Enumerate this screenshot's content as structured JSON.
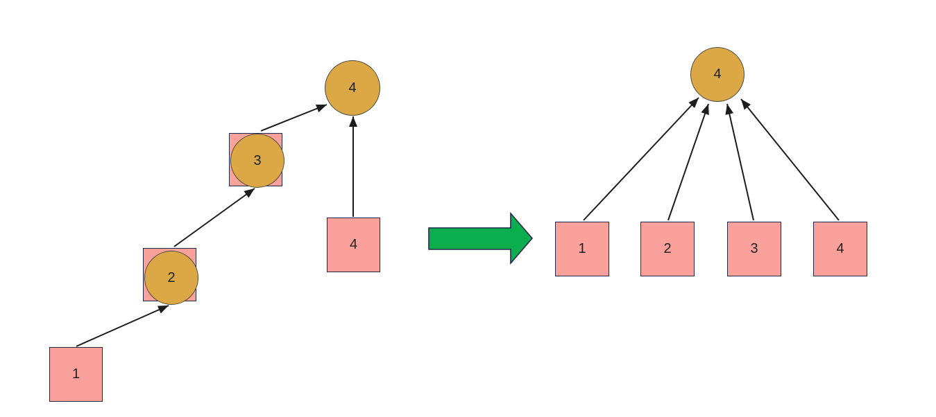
{
  "colors": {
    "square_fill": "#fba19b",
    "square_border": "#21294a",
    "circle_fill": "#dca845",
    "circle_border": "#4a4a42",
    "edge_color": "#1c1c1c",
    "transform_arrow_fill": "#0bad4e",
    "transform_arrow_border": "#21294a"
  },
  "before": {
    "square1_label": "1",
    "node2_label": "2",
    "node3_label": "3",
    "circle4_label": "4",
    "square4_label": "4"
  },
  "after": {
    "root_label": "4",
    "child1_label": "1",
    "child2_label": "2",
    "child3_label": "3",
    "child4_label": "4"
  }
}
